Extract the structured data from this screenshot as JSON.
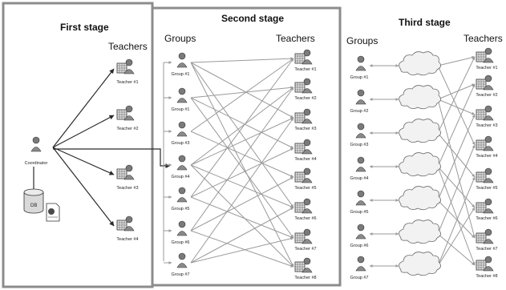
{
  "stages": {
    "first": {
      "title": "First stage",
      "teachers_header": "Teachers"
    },
    "second": {
      "title": "Second stage",
      "groups_header": "Groups",
      "teachers_header": "Teachers"
    },
    "third": {
      "title": "Third stage",
      "groups_header": "Groups",
      "teachers_header": "Teachers"
    }
  },
  "coordinator": {
    "label": "Coordinator"
  },
  "database": {
    "label": "DB"
  },
  "first_stage_teachers": [
    "Teacher #1",
    "Teacher #2",
    "Teacher #3",
    "Teacher #4"
  ],
  "second_stage_groups": [
    "Group #1",
    "Group #1",
    "Group #3",
    "Group #4",
    "Group #5",
    "Group #6",
    "Group #7"
  ],
  "second_stage_teachers": [
    "Teacher #1",
    "Teacher #2",
    "Teacher #3",
    "Teacher #4",
    "Teacher #5",
    "Teacher #6",
    "Teacher #7",
    "Teacher #8"
  ],
  "third_stage_groups": [
    "Group #1",
    "Group #2",
    "Group #3",
    "Group #4",
    "Group #5",
    "Group #6",
    "Group #7"
  ],
  "third_stage_teachers": [
    "Teacher #1",
    "Teacher #2",
    "Teacher #3",
    "Teacher #4",
    "Teacher #5",
    "Teacher #6",
    "Teacher #7",
    "Teacher #8"
  ]
}
